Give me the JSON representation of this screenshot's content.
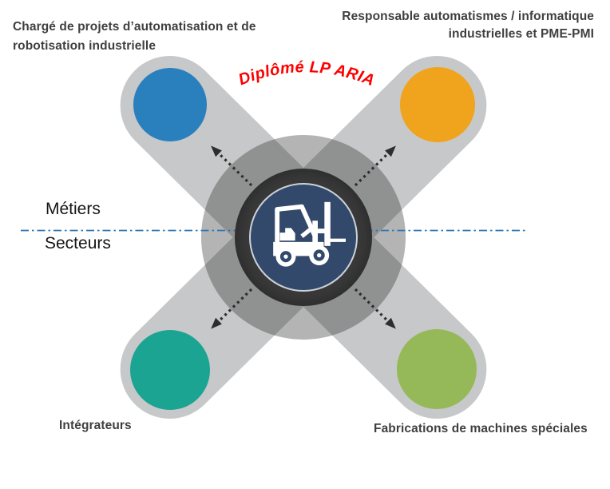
{
  "banner": {
    "text": "Diplômé LP ARIA",
    "color": "#fe0000"
  },
  "axis": {
    "above": "Métiers",
    "below": "Secteurs",
    "divider_color": "#2e75b6"
  },
  "center": {
    "icon": "forklift",
    "ring_color": "#3a3a3a",
    "fill": "#33496b",
    "icon_color": "#ffffff"
  },
  "connector": {
    "arm_color": "#c7c8c9",
    "arrow_color": "#2d2d2d"
  },
  "nodes": [
    {
      "position": "top-left",
      "label": "Chargé de projets d’automatisation et de robotisation industrielle",
      "color": "#2a80bd"
    },
    {
      "position": "top-right",
      "label": "Responsable automatismes / informatique industrielles et PME-PMI",
      "color": "#f0a31d"
    },
    {
      "position": "bottom-left",
      "label": "Intégrateurs",
      "color": "#1ca493"
    },
    {
      "position": "bottom-right",
      "label": "Fabrications de machines spéciales",
      "color": "#95b958"
    }
  ]
}
